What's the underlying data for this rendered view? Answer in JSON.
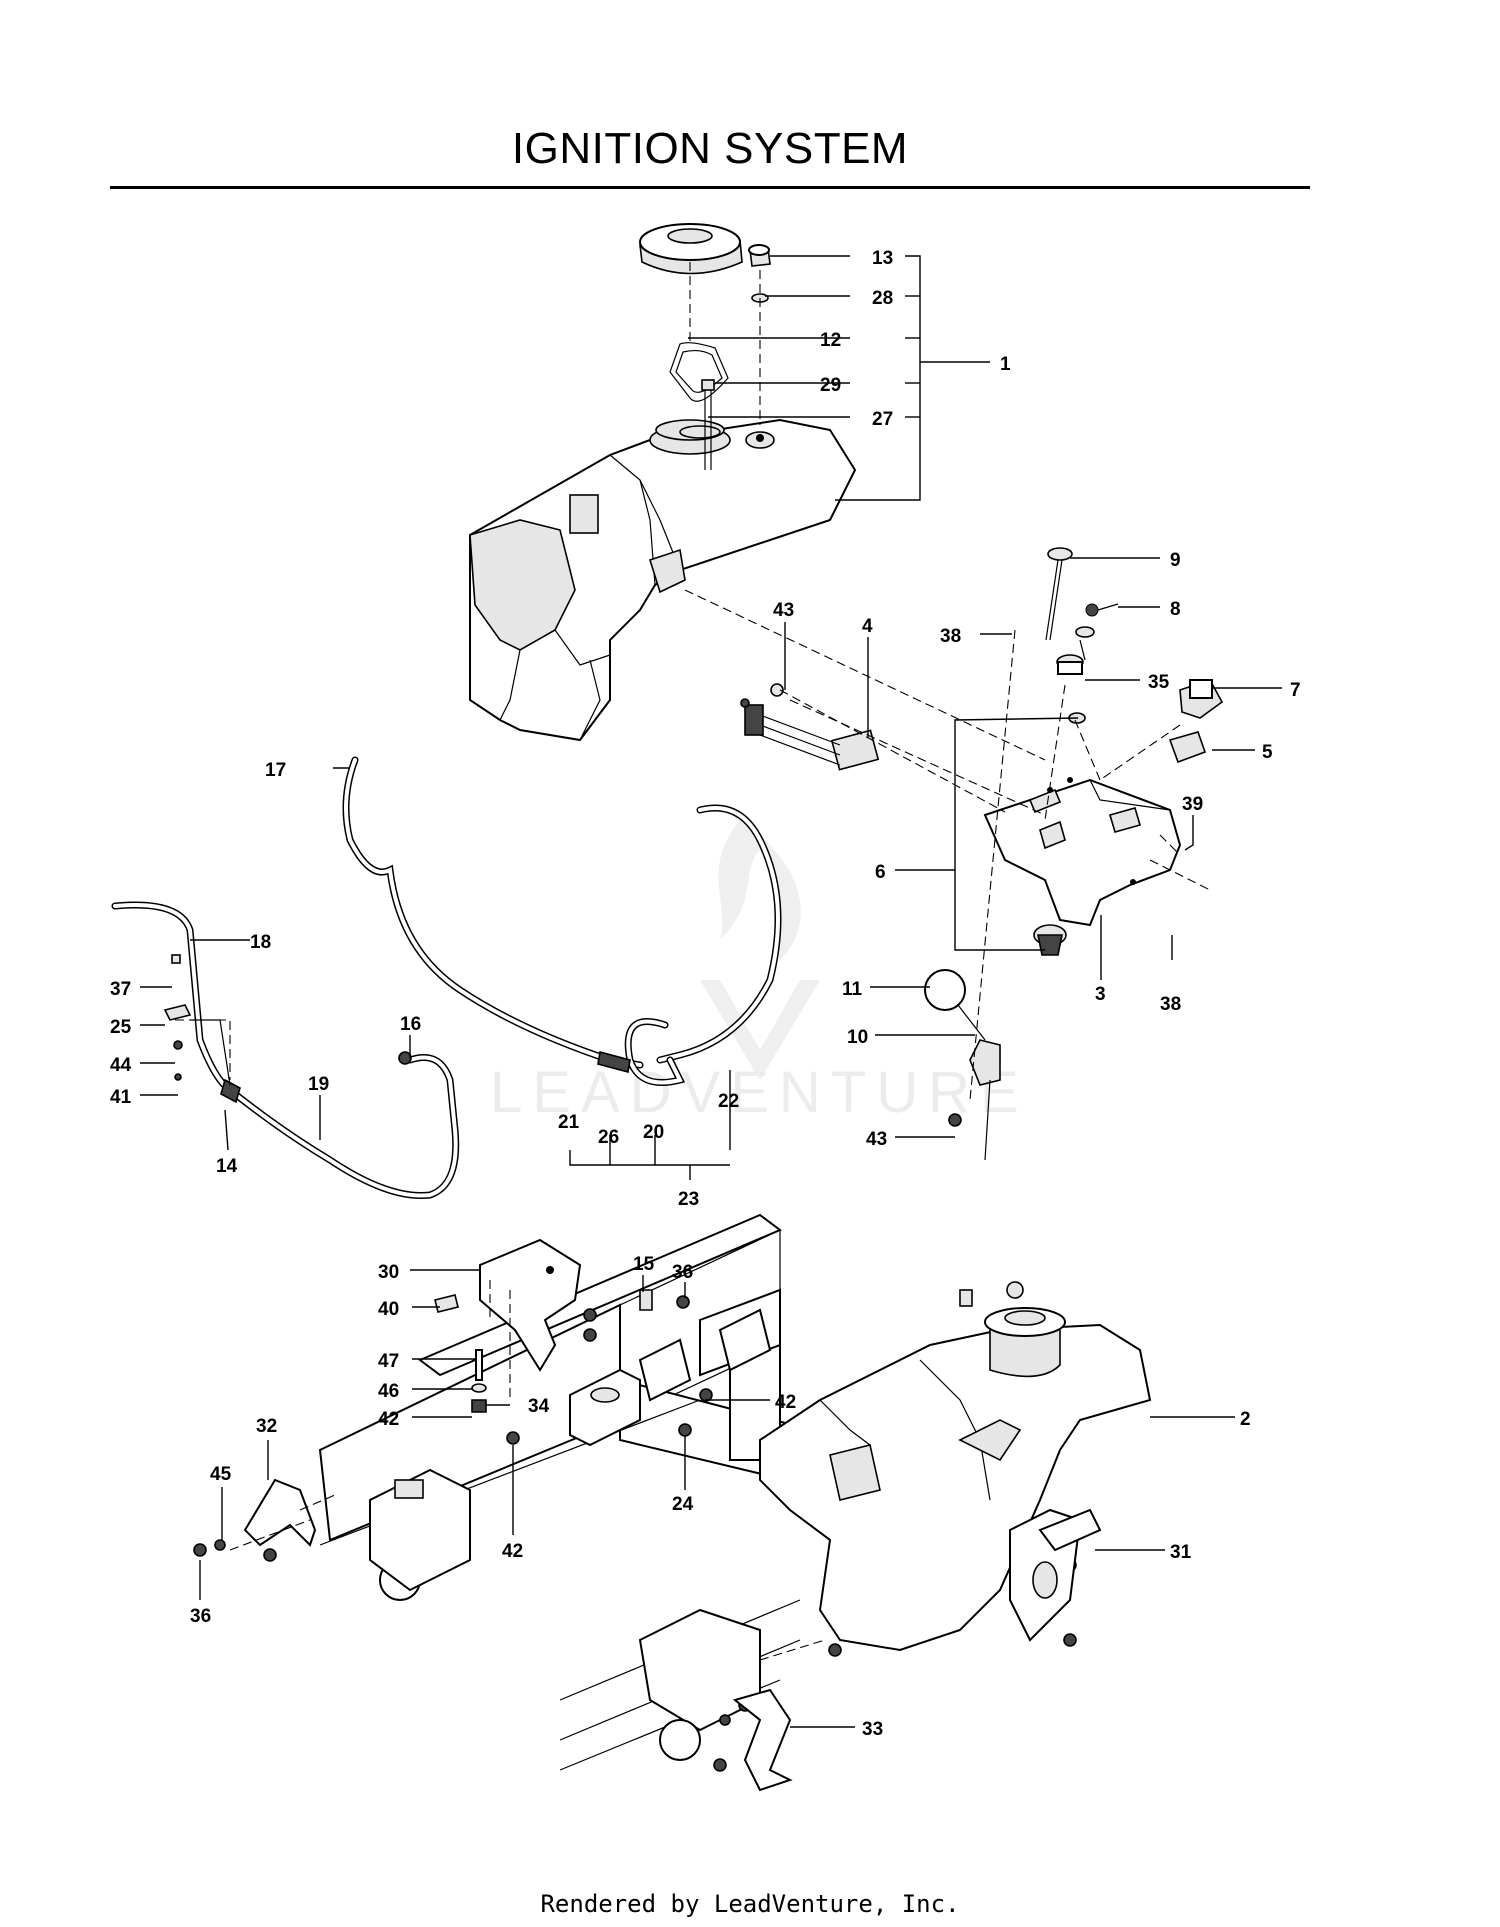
{
  "title": "IGNITION SYSTEM",
  "footer": "Rendered by LeadVenture, Inc.",
  "watermark": "LEADVENTURE",
  "callouts": [
    {
      "id": "c13",
      "text": "13"
    },
    {
      "id": "c28",
      "text": "28"
    },
    {
      "id": "c12",
      "text": "12"
    },
    {
      "id": "c1",
      "text": "1"
    },
    {
      "id": "c29",
      "text": "29"
    },
    {
      "id": "c27",
      "text": "27"
    },
    {
      "id": "c9",
      "text": "9"
    },
    {
      "id": "c8",
      "text": "8"
    },
    {
      "id": "c43a",
      "text": "43"
    },
    {
      "id": "c4",
      "text": "4"
    },
    {
      "id": "c38a",
      "text": "38"
    },
    {
      "id": "c35",
      "text": "35"
    },
    {
      "id": "c7",
      "text": "7"
    },
    {
      "id": "c17",
      "text": "17"
    },
    {
      "id": "c5",
      "text": "5"
    },
    {
      "id": "c39",
      "text": "39"
    },
    {
      "id": "c6",
      "text": "6"
    },
    {
      "id": "c18",
      "text": "18"
    },
    {
      "id": "c3",
      "text": "3"
    },
    {
      "id": "c38b",
      "text": "38"
    },
    {
      "id": "c37",
      "text": "37"
    },
    {
      "id": "c11",
      "text": "11"
    },
    {
      "id": "c25",
      "text": "25"
    },
    {
      "id": "c10",
      "text": "10"
    },
    {
      "id": "c16",
      "text": "16"
    },
    {
      "id": "c44",
      "text": "44"
    },
    {
      "id": "c22",
      "text": "22"
    },
    {
      "id": "c19",
      "text": "19"
    },
    {
      "id": "c41",
      "text": "41"
    },
    {
      "id": "c21",
      "text": "21"
    },
    {
      "id": "c26",
      "text": "26"
    },
    {
      "id": "c20",
      "text": "20"
    },
    {
      "id": "c43b",
      "text": "43"
    },
    {
      "id": "c14",
      "text": "14"
    },
    {
      "id": "c23",
      "text": "23"
    },
    {
      "id": "c15",
      "text": "15"
    },
    {
      "id": "c36a",
      "text": "36"
    },
    {
      "id": "c30",
      "text": "30"
    },
    {
      "id": "c40",
      "text": "40"
    },
    {
      "id": "c47",
      "text": "47"
    },
    {
      "id": "c46",
      "text": "46"
    },
    {
      "id": "c34",
      "text": "34"
    },
    {
      "id": "c42a",
      "text": "42"
    },
    {
      "id": "c42b",
      "text": "42"
    },
    {
      "id": "c2",
      "text": "2"
    },
    {
      "id": "c32",
      "text": "32"
    },
    {
      "id": "c45",
      "text": "45"
    },
    {
      "id": "c24",
      "text": "24"
    },
    {
      "id": "c42c",
      "text": "42"
    },
    {
      "id": "c31",
      "text": "31"
    },
    {
      "id": "c36b",
      "text": "36"
    },
    {
      "id": "c33",
      "text": "33"
    }
  ]
}
